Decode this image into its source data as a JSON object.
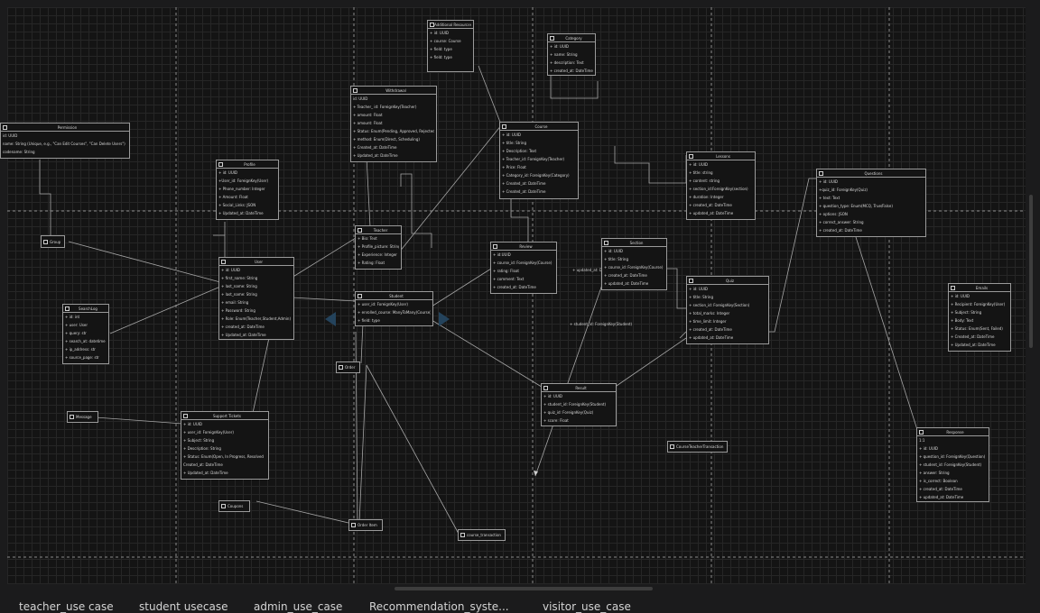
{
  "colors": {
    "background": "#141414",
    "grid": "#262626",
    "border": "#9a9a9a",
    "text": "#d8d8d8",
    "tab_accent": "#3b7bd4",
    "handle": "#24435c"
  },
  "entities": [
    {
      "id": "permission",
      "title": "Permission",
      "rows": [
        "id: UUID",
        "name: String (Unique, e.g., \"Can Edit Courses\", \"Can Delete Users\")",
        "codename: String"
      ]
    },
    {
      "id": "profile",
      "title": "Profile",
      "rows": [
        "+ id: UUID",
        "+User_id: ForeignKey(User)",
        "+ Phone_number: Integer",
        "+ Amount: Float",
        "+ Social_Links: JSON",
        "+ Updated_at: DateTime"
      ]
    },
    {
      "id": "withdrawal",
      "title": "Withdrawal",
      "rows": [
        "id: UUID",
        "+ Teacher_ id: ForeignKey(Teacher)",
        "+ amount: Float",
        "+ amount: Float",
        "+ Status: Enum(Pending, Approved, Rejected",
        "+ method: Enum(Direct, Scheduling)",
        "+ Created_at: DateTime",
        "+ Updated_at: DateTime"
      ]
    },
    {
      "id": "additional",
      "title": "Additional Resources",
      "rows": [
        "+ id: UUID",
        "+ course: Course",
        "",
        "+ field: type",
        "+ field: type"
      ]
    },
    {
      "id": "category",
      "title": "Category",
      "rows": [
        "+ id: UUID",
        "+ name: String",
        "+ description: Text",
        "+ created_at: DateTime",
        "+ updated_at: DateTime"
      ]
    },
    {
      "id": "course",
      "title": "Course",
      "rows": [
        "+ id: UUID",
        "+ title: String",
        "+ Description: Text",
        "+ Teacher_id: ForeignKey(Teacher)",
        "+ Price: Float",
        "+ Category_id: ForeignKey(Category)",
        "+ Created_at: DateTime",
        "+ Created_at: DateTime"
      ]
    },
    {
      "id": "lessons",
      "title": "Lessons",
      "rows": [
        "+ id: UUID",
        "+ title: string",
        "+ content: string",
        "+ section_id:ForeignKey(section)",
        "+ duration: Integer",
        "+ created_at: DateTime",
        "+ updated_at: DateTime"
      ]
    },
    {
      "id": "questions",
      "title": "Questions",
      "rows": [
        "+ id: UUID",
        "+quiz_id: ForeignKey(Quiz)",
        "+ text: Text",
        "+ question_type: Enum(MCQ, True/False)",
        "+ options: JSON",
        "+ correct_answer: String",
        "+ created_at: DateTime"
      ]
    },
    {
      "id": "teacher",
      "title": "Teacher",
      "rows": [
        "+ Bio: Text",
        "+ Profile_picture: String",
        "+ Experience: Integer",
        "+ Rating: Float"
      ]
    },
    {
      "id": "review",
      "title": "Review",
      "rows": [
        "+ id:UUID",
        "+ course_id: ForeignKey(Course)",
        "+ rating: Float",
        "+ comment: Text",
        "+ created_at: DateTime"
      ]
    },
    {
      "id": "section",
      "title": "Section",
      "rows": [
        "+ id: UUID",
        "+ title: String",
        "+ course_id: ForeignKey(Course)",
        "+ created_at: DateTime",
        "+ updated_at: DateTime"
      ]
    },
    {
      "id": "user",
      "title": "User",
      "rows": [
        "+ id: UUID",
        "+ first_name: String",
        "+ last_name: String",
        "+ last_name: String",
        "+ email: String",
        "+ Password: String",
        "+ Role: Enum(Teacher,Student,Admin)",
        "+ created_at: DateTime",
        "+ Updated_at: DateTime"
      ]
    },
    {
      "id": "student",
      "title": "Student",
      "rows": [
        "+ user_id: ForeignKey(User)",
        "+ enrolled_course: ManyToMany(Course)",
        "+ field: type"
      ]
    },
    {
      "id": "searchlog",
      "title": "SearchLog",
      "rows": [
        "+ id: int",
        "+ user: User",
        "+ query: str",
        "+ search_at: datetime",
        "+ ip_address: str",
        "+ source_page: str",
        "+ query: str"
      ]
    },
    {
      "id": "quiz",
      "title": "Quiz",
      "rows": [
        "+ id: UUID",
        "+ title: String",
        "+ section_id: ForeignKey(Section)",
        "+ total_marks: Integer",
        "+ time_limit: Integer",
        "+ created_at: DateTime",
        "+ updated_at: DateTime"
      ]
    },
    {
      "id": "emails",
      "title": "Emails",
      "rows": [
        "+ id: UUID",
        "+ Recipient: ForeignKey(User)",
        "+ Subject: String",
        "+ Body: Text",
        "+ Status: Enum(Sent, Failed)",
        "+ Created_at: DateTime",
        "+ Updated_at: DateTime"
      ]
    },
    {
      "id": "result",
      "title": "Result",
      "rows": [
        "+ id: UUID",
        "+ student_id: ForeignKey(Student)",
        "+ quiz_id: ForeignKey(Quiz)",
        "+ score: Float"
      ]
    },
    {
      "id": "support",
      "title": "Support Tickets",
      "rows": [
        "+ id: UUID",
        "+ user_id: ForeignKey(User)",
        "+ Subject: String",
        "+ Description: String",
        "+ Status: Enum(Open, In Progress, Resolved",
        "Created_at: DateTime",
        "+ Updated_at: DateTime"
      ]
    },
    {
      "id": "response",
      "title": "Response",
      "rows": [
        "1:1",
        "+ id: UUID",
        "+ question_id: ForeignKey(Question)",
        "+ student_id: ForeignKey(Student)",
        "+ answer: String",
        "+ is_correct: Boolean",
        "+ created_at: DateTime",
        "+ updated_at: DateTime"
      ]
    }
  ],
  "small_entities": [
    {
      "id": "group",
      "title": "Group"
    },
    {
      "id": "order",
      "title": "Order"
    },
    {
      "id": "message",
      "title": "Message"
    },
    {
      "id": "coupons",
      "title": "Coupons"
    },
    {
      "id": "orderitem",
      "title": "Order Item"
    },
    {
      "id": "transaction",
      "title": "course_transaction"
    },
    {
      "id": "courseteacher",
      "title": "CourseTeacherTransaction"
    }
  ],
  "floating_labels": [
    "+ updated_at: DateTime",
    "+ student_id: ForeignKey(Student)"
  ],
  "tabs": [
    "teacher_use case",
    "student usecase",
    "admin_use_case",
    "Recommendation_syste...",
    "visitor_use_case"
  ]
}
